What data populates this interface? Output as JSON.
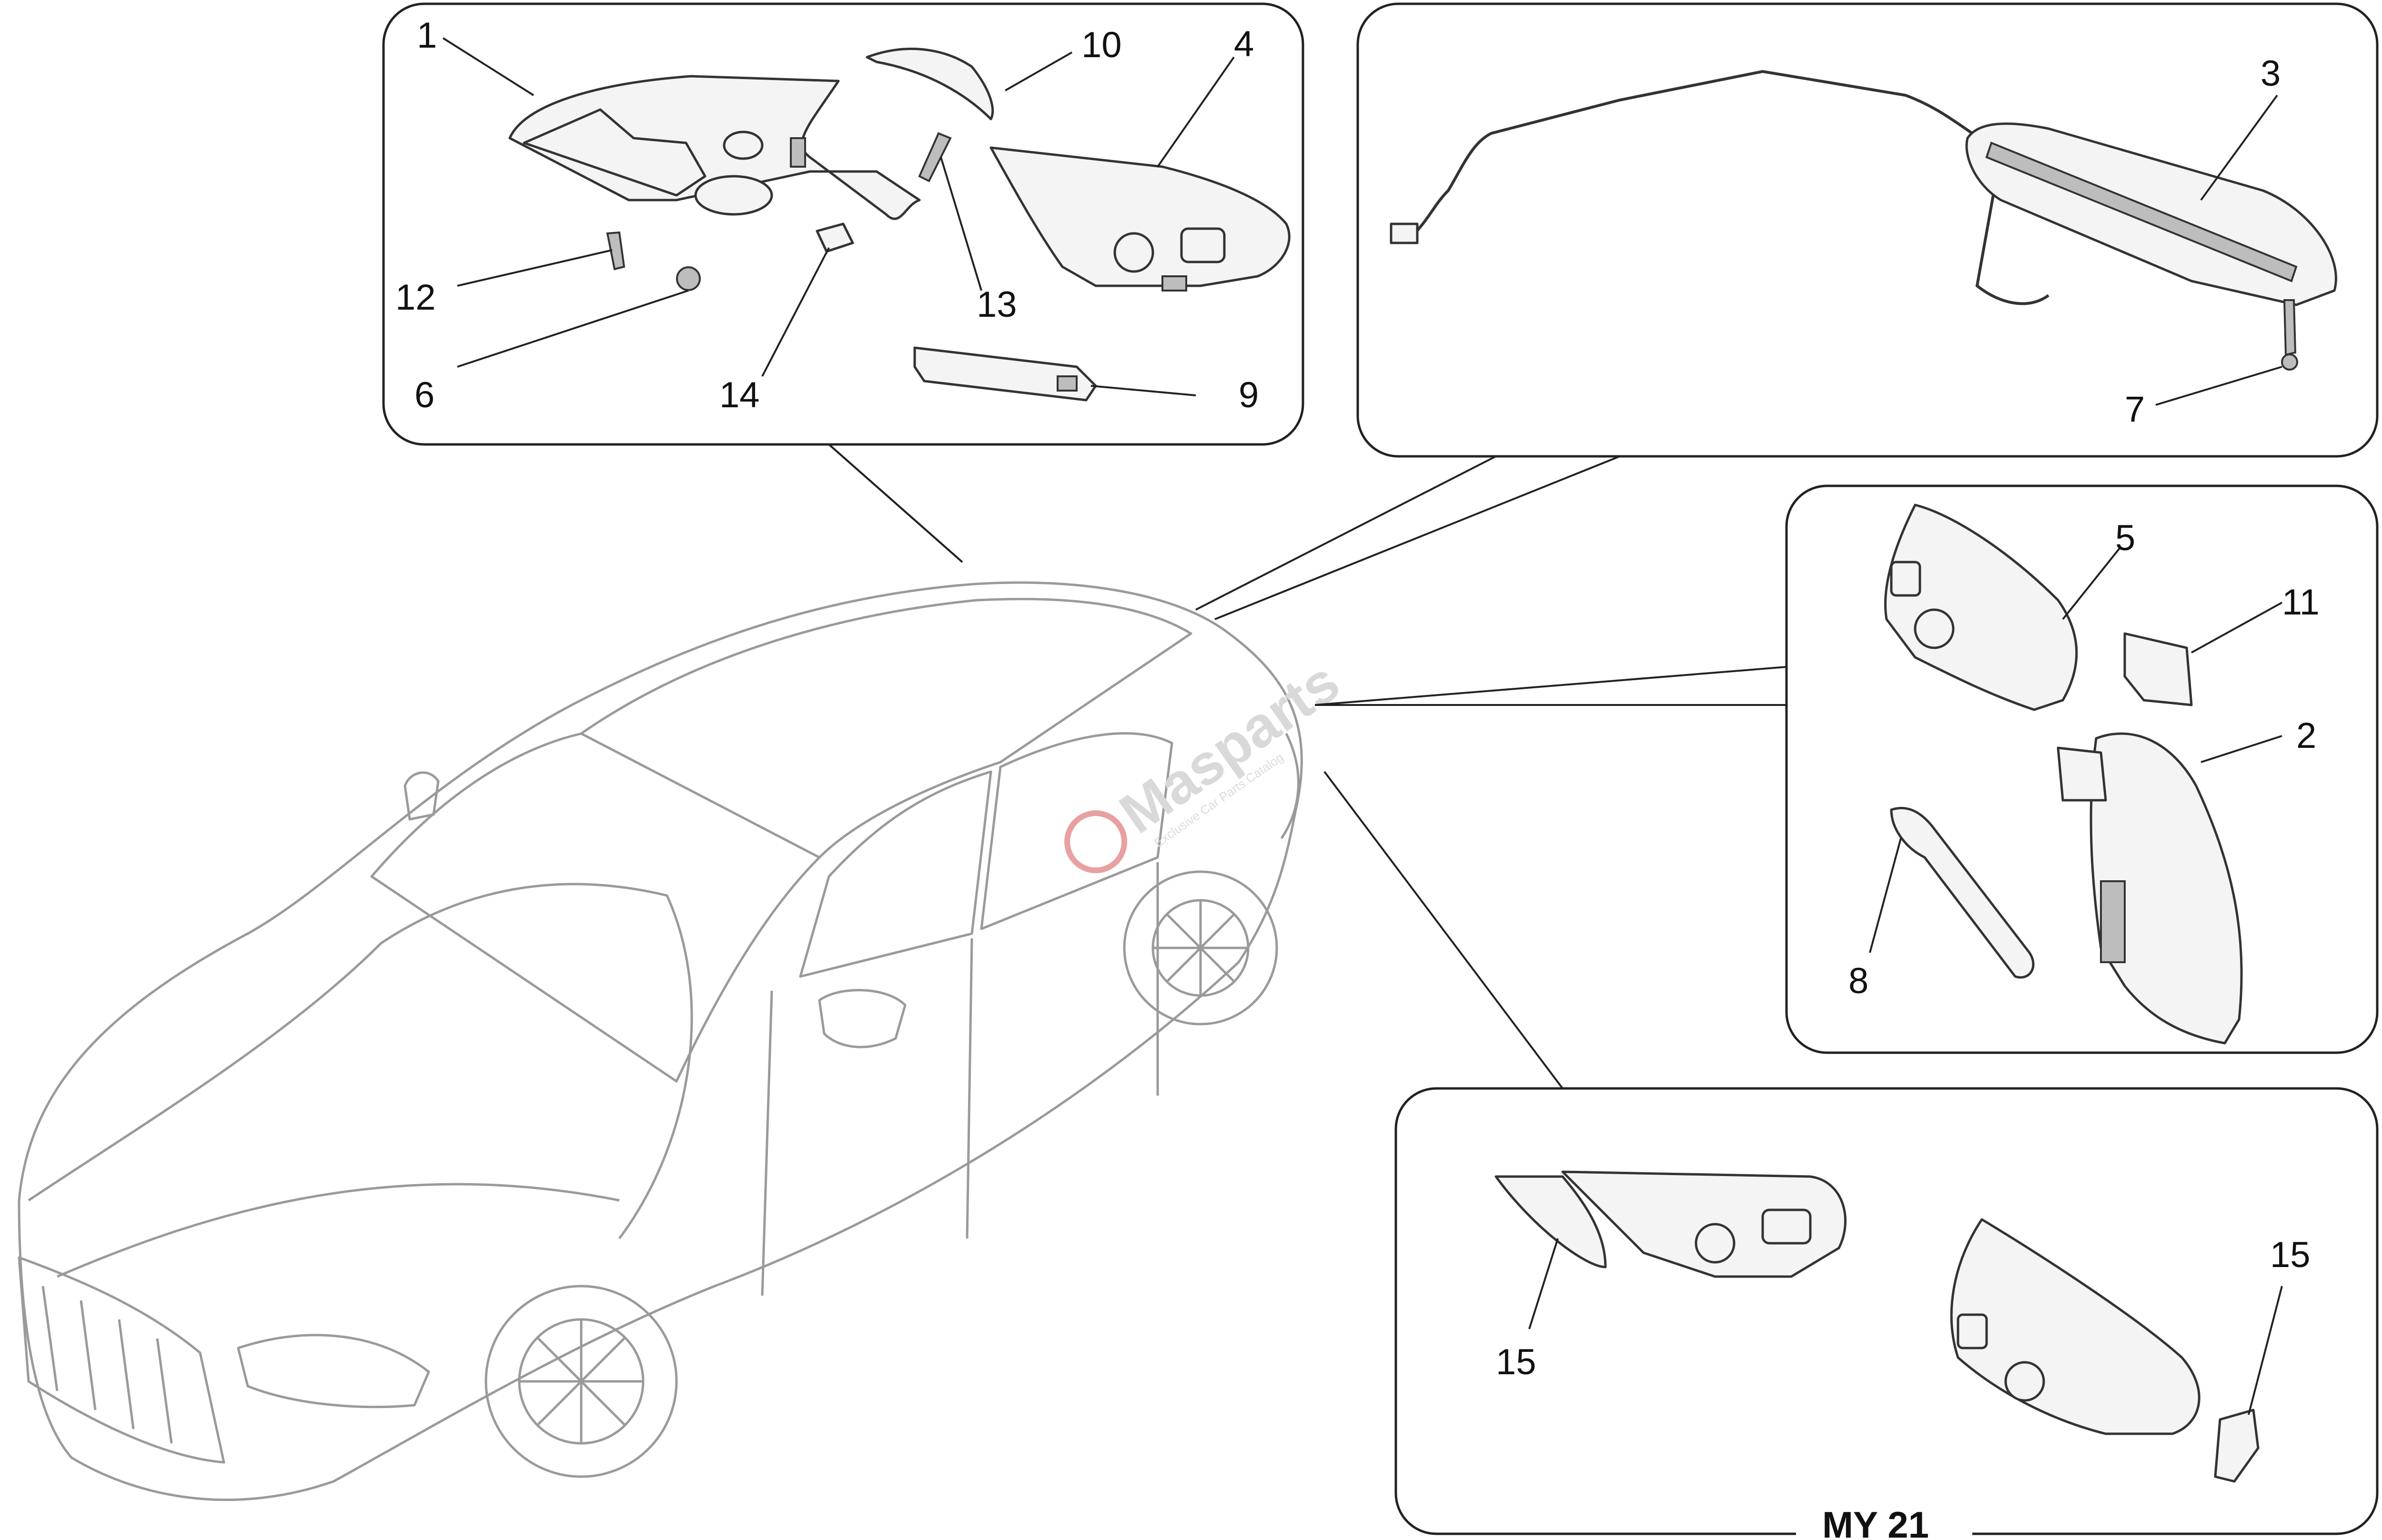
{
  "diagram": {
    "callouts": {
      "c1": "1",
      "c2": "2",
      "c3": "3",
      "c4": "4",
      "c5": "5",
      "c6": "6",
      "c7": "7",
      "c8": "8",
      "c9": "9",
      "c10": "10",
      "c11": "11",
      "c12": "12",
      "c13": "13",
      "c14": "14",
      "c15a": "15",
      "c15b": "15"
    },
    "model_year_caption": "MY 21"
  },
  "watermark": {
    "brand": "Masparts",
    "tagline": "Exclusive Car Parts Catalog"
  },
  "colors": {
    "line": "#222222",
    "car_outline": "#9a9a9a",
    "watermark": "#d9d9d9",
    "watermark_accent": "#e8a0a0"
  }
}
